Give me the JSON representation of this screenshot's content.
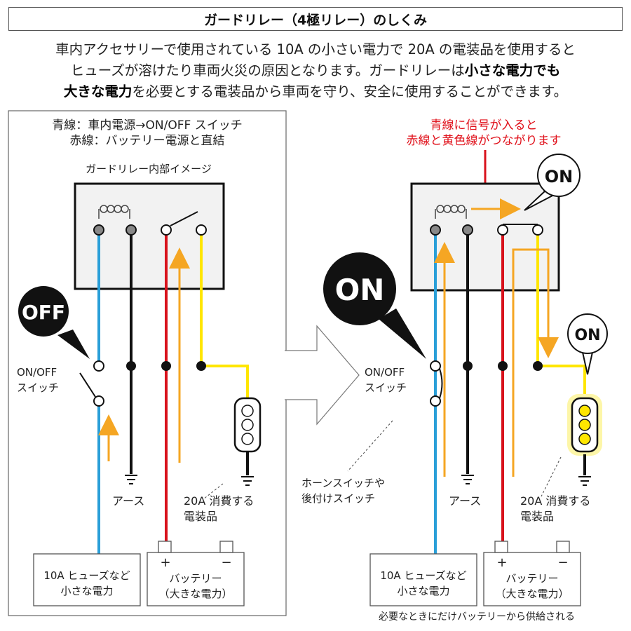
{
  "title": "ガードリレー（4極リレー）のしくみ",
  "intro": {
    "line1": "車内アクセサリーで使用されている 10A の小さい電力で 20A の電装品を使用すると",
    "line2_plain": "ヒューズが溶けたり車両火災の原因となります。ガードリレーは",
    "line2_bold": "小さな電力でも",
    "line3_bold": "大きな電力",
    "line3_plain": "を必要とする電装品から車両を守り、安全に使用することができます。"
  },
  "left_panel": {
    "legend_blue": "青線：車内電源→ON/OFF スイッチ",
    "legend_red": "赤線：バッテリー電源と直結",
    "relay_caption": "ガードリレー内部イメージ",
    "switch_state": "OFF",
    "switch_label_1": "ON/OFF",
    "switch_label_2": "スイッチ",
    "earth_label": "アース",
    "device_label_1": "20A 消費する",
    "device_label_2": "電装品",
    "source_small_1": "10A ヒューズなど",
    "source_small_2": "小さな電力",
    "battery_plus": "+",
    "battery_minus": "−",
    "battery_label_1": "バッテリー",
    "battery_label_2": "（大きな電力）"
  },
  "right_panel": {
    "signal_note_1": "青線に信号が入ると",
    "signal_note_2": "赤線と黄色線がつながります",
    "relay_state": "ON",
    "switch_state": "ON",
    "device_state": "ON",
    "switch_label_1": "ON/OFF",
    "switch_label_2": "スイッチ",
    "horn_note_1": "ホーンスイッチや",
    "horn_note_2": "後付けスイッチ",
    "earth_label": "アース",
    "device_label_1": "20A 消費する",
    "device_label_2": "電装品",
    "source_small_1": "10A ヒューズなど",
    "source_small_2": "小さな電力",
    "battery_plus": "+",
    "battery_minus": "−",
    "battery_label_1": "バッテリー",
    "battery_label_2": "（大きな電力）",
    "footer_note": "必要なときにだけバッテリーから供給される"
  },
  "colors": {
    "blue_wire": "#2a9fd8",
    "red_wire": "#d8121c",
    "yellow_wire": "#ffe600",
    "arrow": "#f5a623",
    "black_wire": "#111111",
    "signal_text": "#e0101a"
  }
}
